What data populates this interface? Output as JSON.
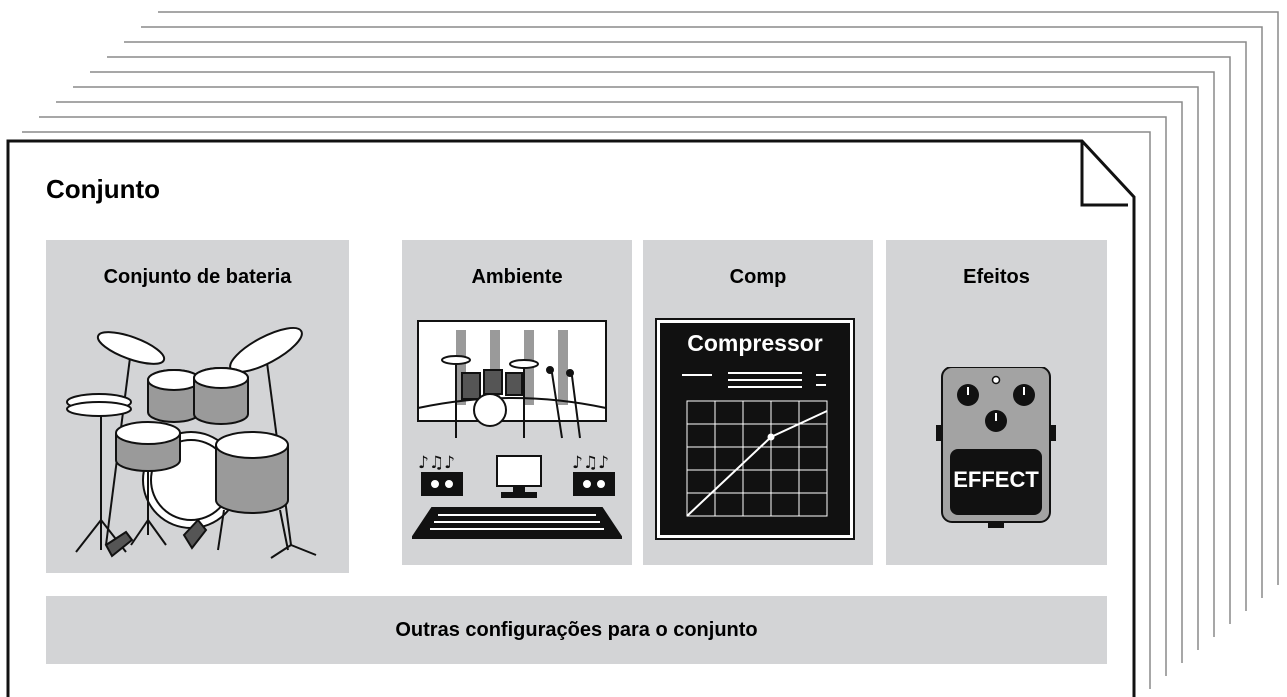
{
  "page": {
    "title": "Conjunto"
  },
  "panels": {
    "drum_kit": {
      "label": "Conjunto de bateria"
    },
    "ambience": {
      "label": "Ambiente"
    },
    "comp": {
      "label": "Comp",
      "screen_text": "Compressor"
    },
    "effects": {
      "label": "Efeitos",
      "pedal_text": "EFFECT"
    }
  },
  "other_settings": {
    "label": "Outras configurações para o conjunto"
  },
  "colors": {
    "panel_gray": "#d3d4d6",
    "frame_black": "#111111",
    "stack_line_gray": "#8a8a8a"
  },
  "icons": {
    "drum_kit": "drum-kit-icon",
    "studio": "recording-studio-icon",
    "compressor": "compressor-graph-icon",
    "effect_pedal": "effect-pedal-icon",
    "page_corner": "folded-corner-icon"
  }
}
